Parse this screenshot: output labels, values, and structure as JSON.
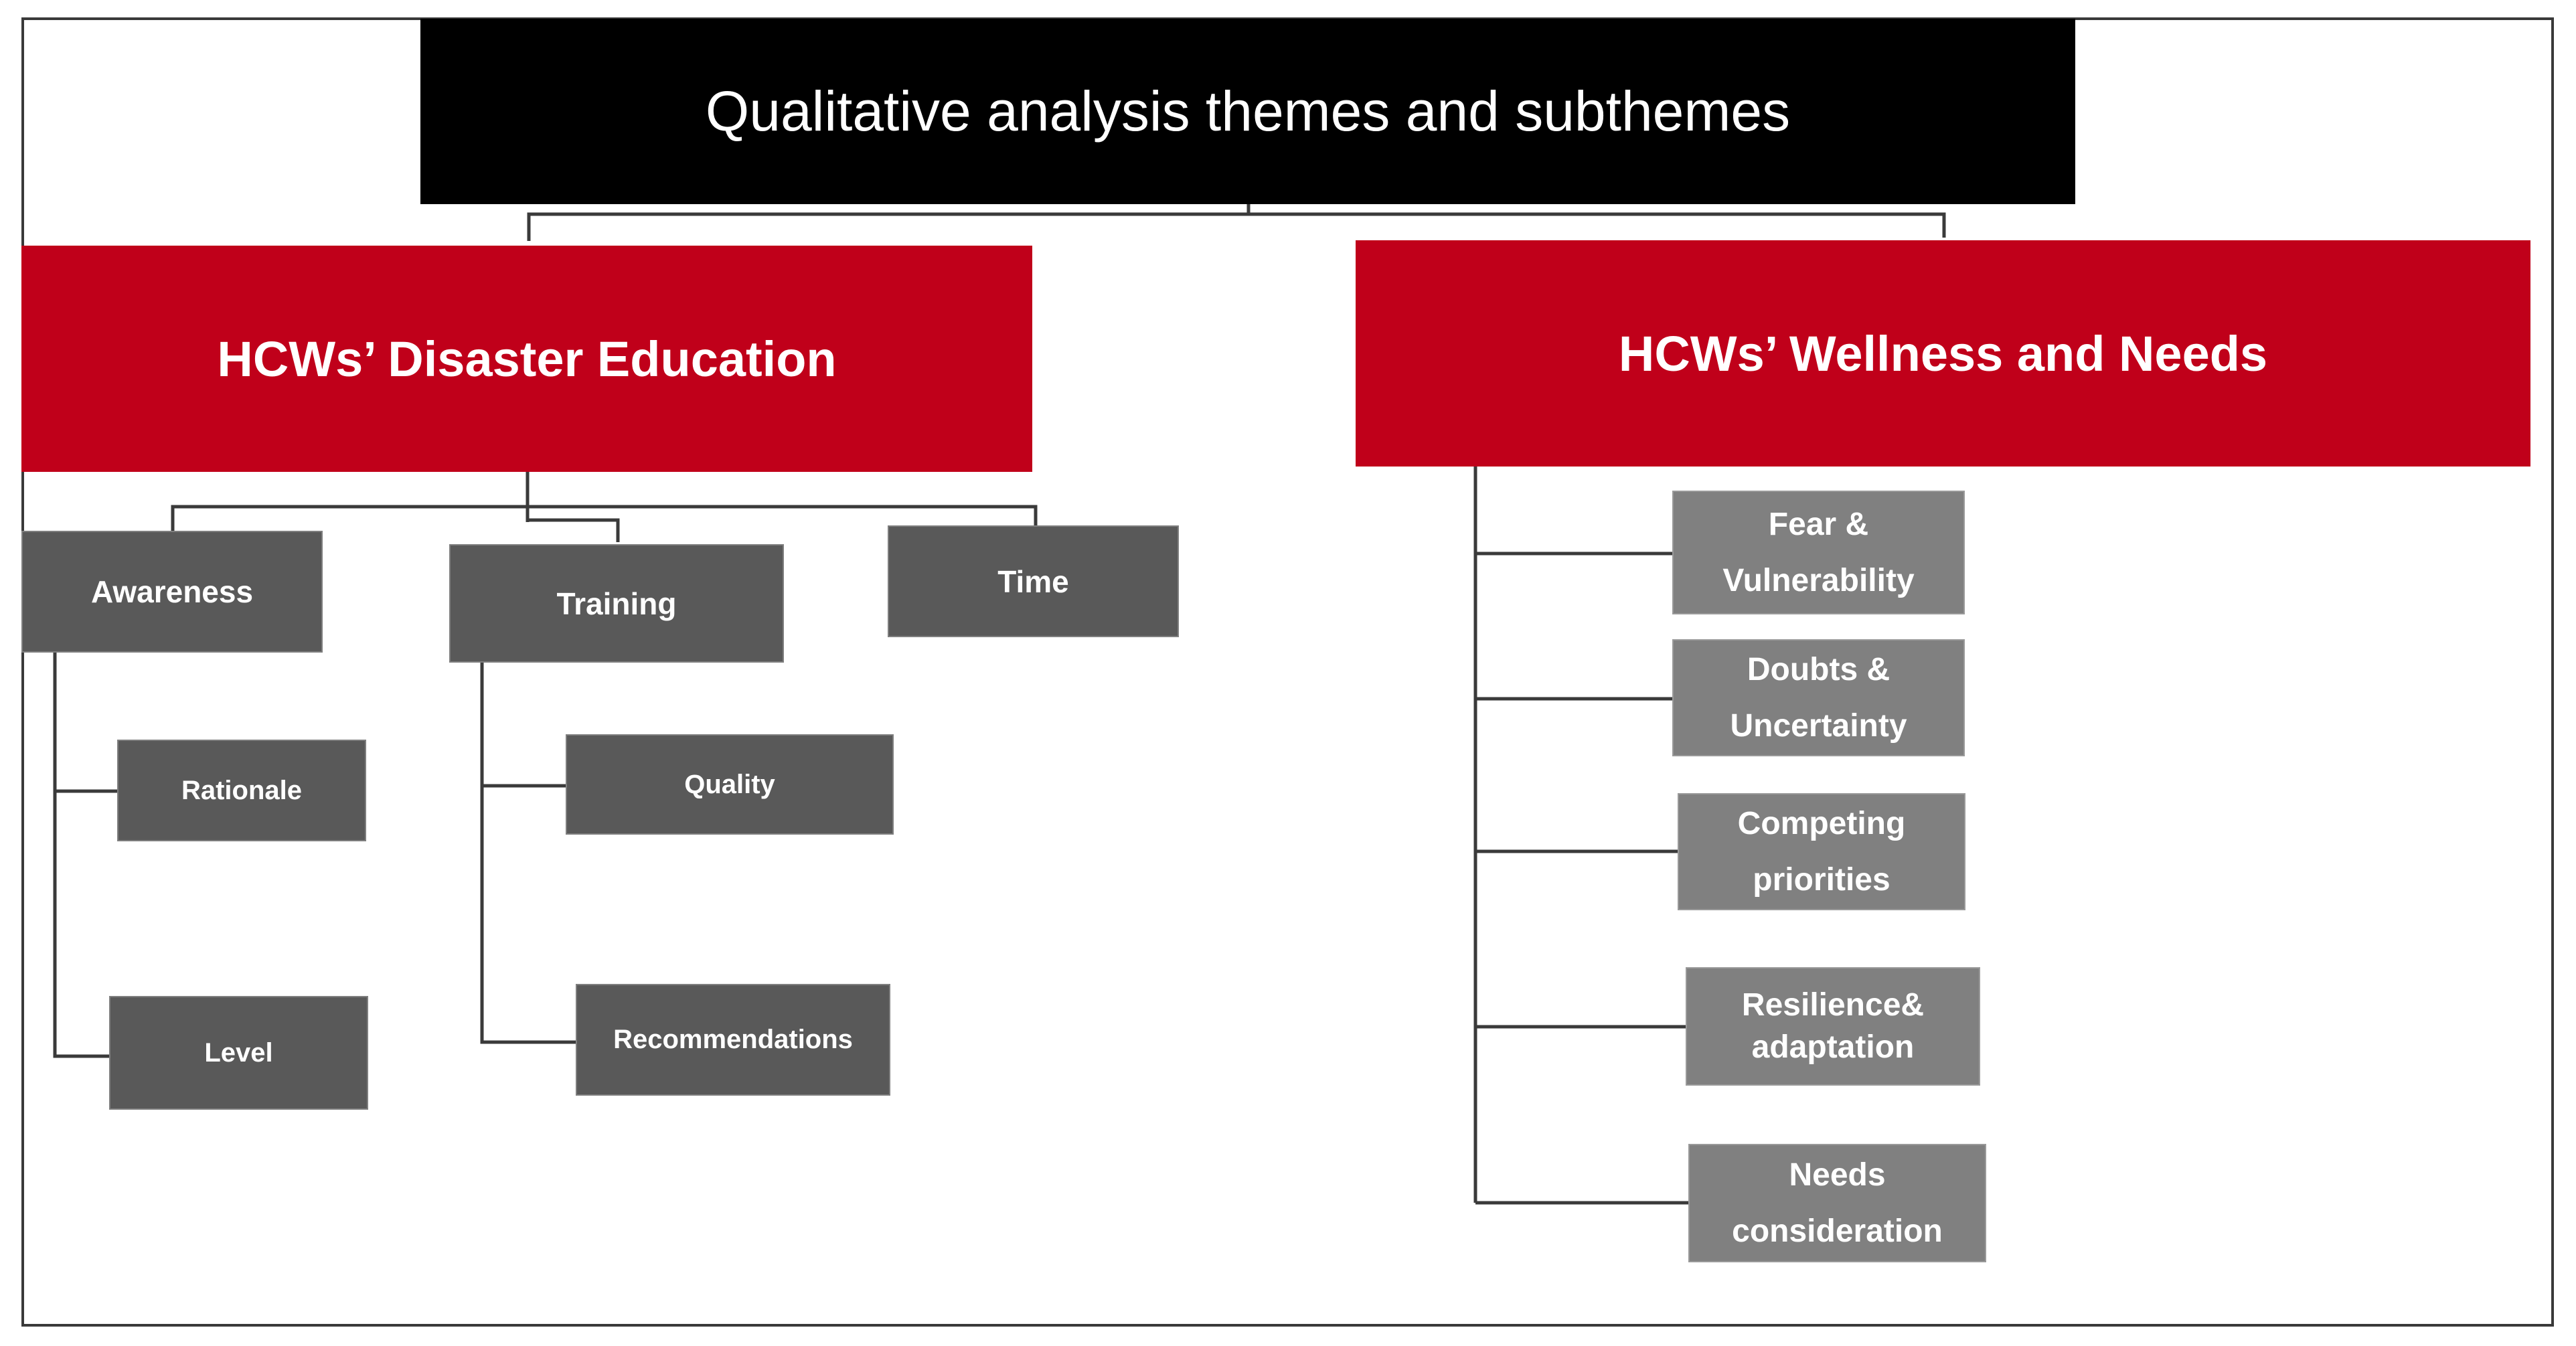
{
  "colors": {
    "title_bg": "#000000",
    "theme_bg": "#c0001a",
    "subtheme_dark": "#595959",
    "subtheme_light": "#808080",
    "connector": "#3a3a3a"
  },
  "title": "Qualitative analysis themes and subthemes",
  "themes": [
    {
      "label": "HCWs’ Disaster Education",
      "subthemes": [
        {
          "label": "Awareness",
          "children": [
            "Rationale",
            "Level"
          ]
        },
        {
          "label": "Training",
          "children": [
            "Quality",
            "Recommendations"
          ]
        },
        {
          "label": "Time",
          "children": []
        }
      ]
    },
    {
      "label": "HCWs’ Wellness and Needs",
      "subthemes": [
        {
          "label": "Fear &\nVulnerability"
        },
        {
          "label": "Doubts &\nUncertainty"
        },
        {
          "label": "Competing\npriorities"
        },
        {
          "label": "Resilience&\nadaptation"
        },
        {
          "label": "Needs\nconsideration"
        }
      ]
    }
  ]
}
